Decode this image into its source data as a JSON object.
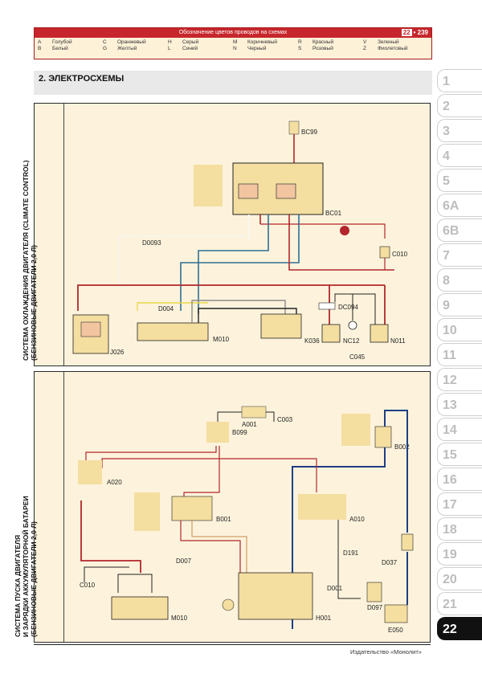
{
  "legend": {
    "title": "Обозначение цветов проводов на схемах",
    "chapter": "22",
    "page": "239",
    "colors": [
      {
        "code": "A",
        "name": "Голубой"
      },
      {
        "code": "B",
        "name": "Белый"
      },
      {
        "code": "C",
        "name": "Оранжевый"
      },
      {
        "code": "G",
        "name": "Желтый"
      },
      {
        "code": "H",
        "name": "Серый"
      },
      {
        "code": "L",
        "name": "Синий"
      },
      {
        "code": "M",
        "name": "Коричневый"
      },
      {
        "code": "N",
        "name": "Черный"
      },
      {
        "code": "R",
        "name": "Красный"
      },
      {
        "code": "S",
        "name": "Розовый"
      },
      {
        "code": "V",
        "name": "Зеленый"
      },
      {
        "code": "Z",
        "name": "Фиолетовый"
      }
    ]
  },
  "section": {
    "title": "2.  ЭЛЕКТРОСХЕМЫ"
  },
  "diagrams": [
    {
      "title_line1": "СИСТЕМА ОХЛАЖДЕНИЯ ДВИГАТЕЛЯ (CLIMATE CONTROL)",
      "title_line2": "(БЕНЗИНОВЫЕ ДВИГАТЕЛИ 2,0 Л)",
      "components": [
        "BC99",
        "BC01",
        "D0093",
        "D004",
        "C010",
        "J026",
        "M010",
        "K036",
        "DC094",
        "NC12",
        "C045",
        "N011"
      ]
    },
    {
      "title_line1": "СИСТЕМА ПУСКА ДВИГАТЕЛЯ",
      "title_line2": "И ЗАРЯДКИ АККУМУЛЯТОРНОЙ БАТАРЕИ",
      "title_line3": "(БЕНЗИНОВЫЕ ДВИГАТЕЛИ 2,0 Л)",
      "components": [
        "A001",
        "C003",
        "B099",
        "B002",
        "A020",
        "B001",
        "A010",
        "D191",
        "D007",
        "D037",
        "C010",
        "M010",
        "H001",
        "D001",
        "D097",
        "E050"
      ]
    }
  ],
  "wire_colors": {
    "red": "#b3262b",
    "blue": "#2f6f95",
    "navy": "#1f3f86",
    "black": "#222222",
    "gray": "#8e8a8a",
    "yellow": "#e9d84a",
    "green": "#a9cf6c",
    "white": "#f6f6f6",
    "component_fill": "#f4dea0"
  },
  "tabs": [
    "1",
    "2",
    "3",
    "4",
    "5",
    "6A",
    "6B",
    "7",
    "8",
    "9",
    "10",
    "11",
    "12",
    "13",
    "14",
    "15",
    "16",
    "17",
    "18",
    "19",
    "20",
    "21",
    "22"
  ],
  "active_tab": "22",
  "footer": {
    "publisher": "Издательство «Монолит»"
  }
}
